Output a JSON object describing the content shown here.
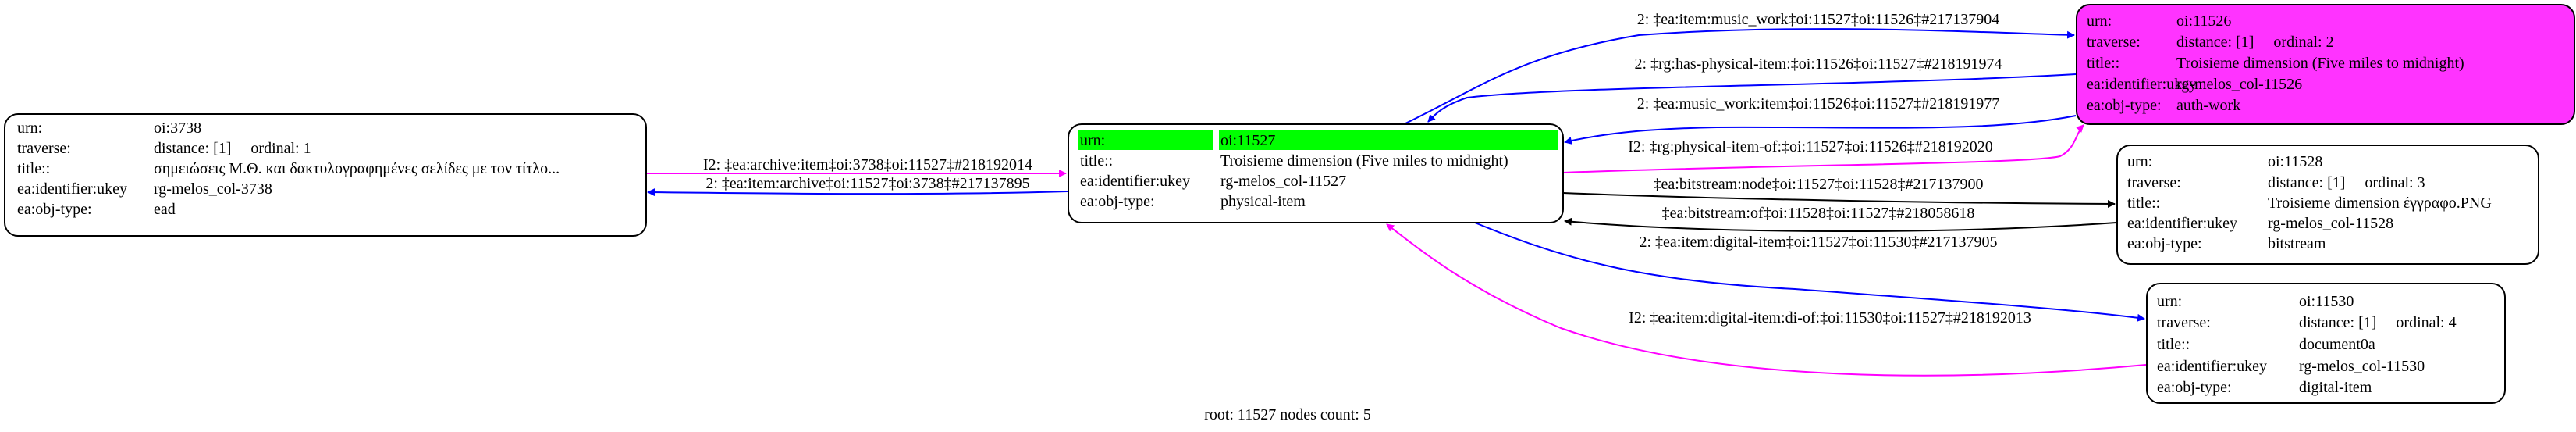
{
  "nodes": {
    "n3738": {
      "urn_label": "urn:",
      "urn": "oi:3738",
      "traverse_label": "traverse:",
      "traverse": "distance: [1]     ordinal: 1",
      "title_label": "title::",
      "title": "σημειώσεις Μ.Θ. και δακτυλογραφημένες σελίδες με τον τίτλο...",
      "ukey_label": "ea:identifier:ukey",
      "ukey": "rg-melos_col-3738",
      "type_label": "ea:obj-type:",
      "type": "ead"
    },
    "n11527": {
      "urn_label": "urn:",
      "urn": "oi:11527",
      "title_label": "title::",
      "title": "Troisieme dimension (Five miles to midnight)",
      "ukey_label": "ea:identifier:ukey",
      "ukey": "rg-melos_col-11527",
      "type_label": "ea:obj-type:",
      "type": "physical-item"
    },
    "n11526": {
      "urn_label": "urn:",
      "urn": "oi:11526",
      "traverse_label": "traverse:",
      "traverse": "distance: [1]     ordinal: 2",
      "title_label": "title::",
      "title": "Troisieme dimension (Five miles to midnight)",
      "ukey_label": "ea:identifier:ukey",
      "ukey": "rg-melos_col-11526",
      "type_label": "ea:obj-type:",
      "type": "auth-work"
    },
    "n11528": {
      "urn_label": "urn:",
      "urn": "oi:11528",
      "traverse_label": "traverse:",
      "traverse": "distance: [1]     ordinal: 3",
      "title_label": "title::",
      "title": "Troisieme dimension έγγραφο.PNG",
      "ukey_label": "ea:identifier:ukey",
      "ukey": "rg-melos_col-11528",
      "type_label": "ea:obj-type:",
      "type": "bitstream"
    },
    "n11530": {
      "urn_label": "urn:",
      "urn": "oi:11530",
      "traverse_label": "traverse:",
      "traverse": "distance: [1]     ordinal: 4",
      "title_label": "title::",
      "title": "document0a",
      "ukey_label": "ea:identifier:ukey",
      "ukey": "rg-melos_col-11530",
      "type_label": "ea:obj-type:",
      "type": "digital-item"
    }
  },
  "edges": {
    "e1": "I2: ‡ea:archive:item‡oi:3738‡oi:11527‡#218192014",
    "e2": "2: ‡ea:item:archive‡oi:11527‡oi:3738‡#217137895",
    "e3": "2: ‡ea:item:music_work‡oi:11527‡oi:11526‡#217137904",
    "e4": "2: ‡rg:has-physical-item:‡oi:11526‡oi:11527‡#218191974",
    "e5": "2: ‡ea:music_work:item‡oi:11526‡oi:11527‡#218191977",
    "e6": "I2: ‡rg:physical-item-of:‡oi:11527‡oi:11526‡#218192020",
    "e7": "‡ea:bitstream:node‡oi:11527‡oi:11528‡#217137900",
    "e8": "‡ea:bitstream:of‡oi:11528‡oi:11527‡#218058618",
    "e9": "2: ‡ea:item:digital-item‡oi:11527‡oi:11530‡#217137905",
    "e10": "I2: ‡ea:item:digital-item:di-of:‡oi:11530‡oi:11527‡#218192013"
  },
  "colors": {
    "root_highlight": "#00ff00",
    "auth_work_fill": "#ff33ff",
    "edge_blue": "#0000ff",
    "edge_magenta": "#ff00ff",
    "edge_black": "#000000"
  },
  "footer": "root: 11527 nodes count: 5"
}
